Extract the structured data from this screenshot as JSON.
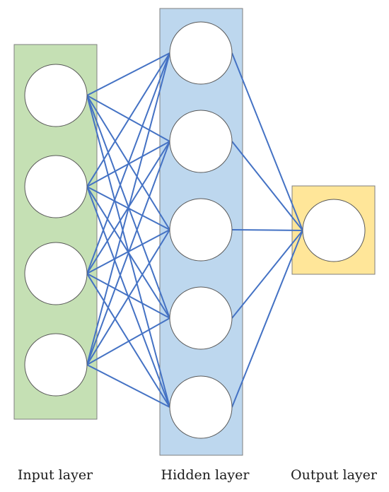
{
  "labels": {
    "input": "Input layer",
    "hidden": "Hidden layer",
    "output": "Output layer"
  },
  "layers": {
    "input": {
      "nodes": 4,
      "color": "#c5e0b4"
    },
    "hidden": {
      "nodes": 5,
      "color": "#bdd7ee"
    },
    "output": {
      "nodes": 1,
      "color": "#ffe699"
    }
  },
  "colors": {
    "connection": "#4472c4",
    "node_fill": "#ffffff",
    "node_stroke": "#595959",
    "box_stroke": "#7f7f7f"
  }
}
